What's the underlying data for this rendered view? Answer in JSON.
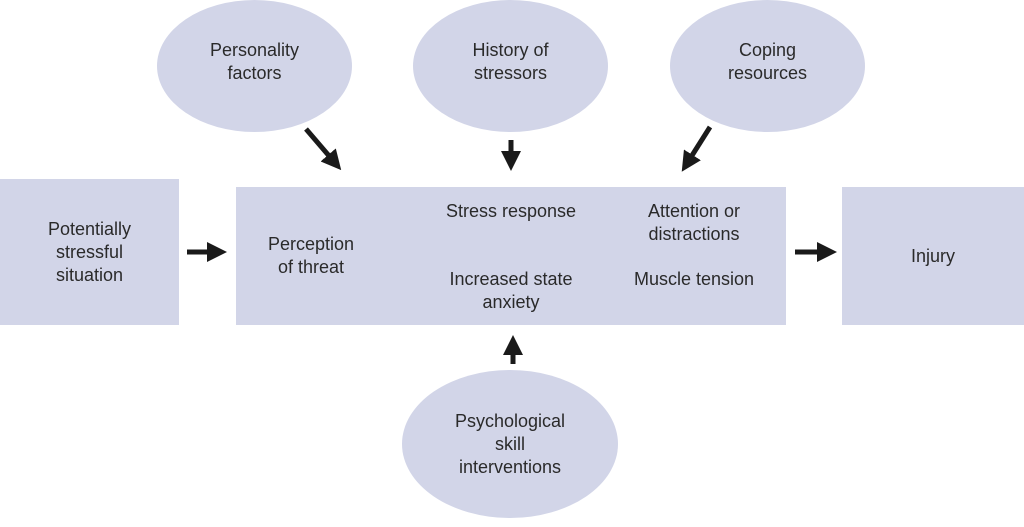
{
  "nodes": {
    "personality": "Personality\nfactors",
    "history": "History of\nstressors",
    "coping": "Coping\nresources",
    "situation": "Potentially\nstressful\nsituation",
    "perception": "Perception\nof threat",
    "stress_response": "Stress response",
    "state_anxiety": "Increased state\nanxiety",
    "attention": "Attention or\ndistractions",
    "muscle": "Muscle tension",
    "injury": "Injury",
    "interventions": "Psychological\nskill\ninterventions"
  },
  "colors": {
    "shape_fill": "#d2d5e8",
    "arrow": "#1a1a1a",
    "text": "#2a2a2a"
  }
}
